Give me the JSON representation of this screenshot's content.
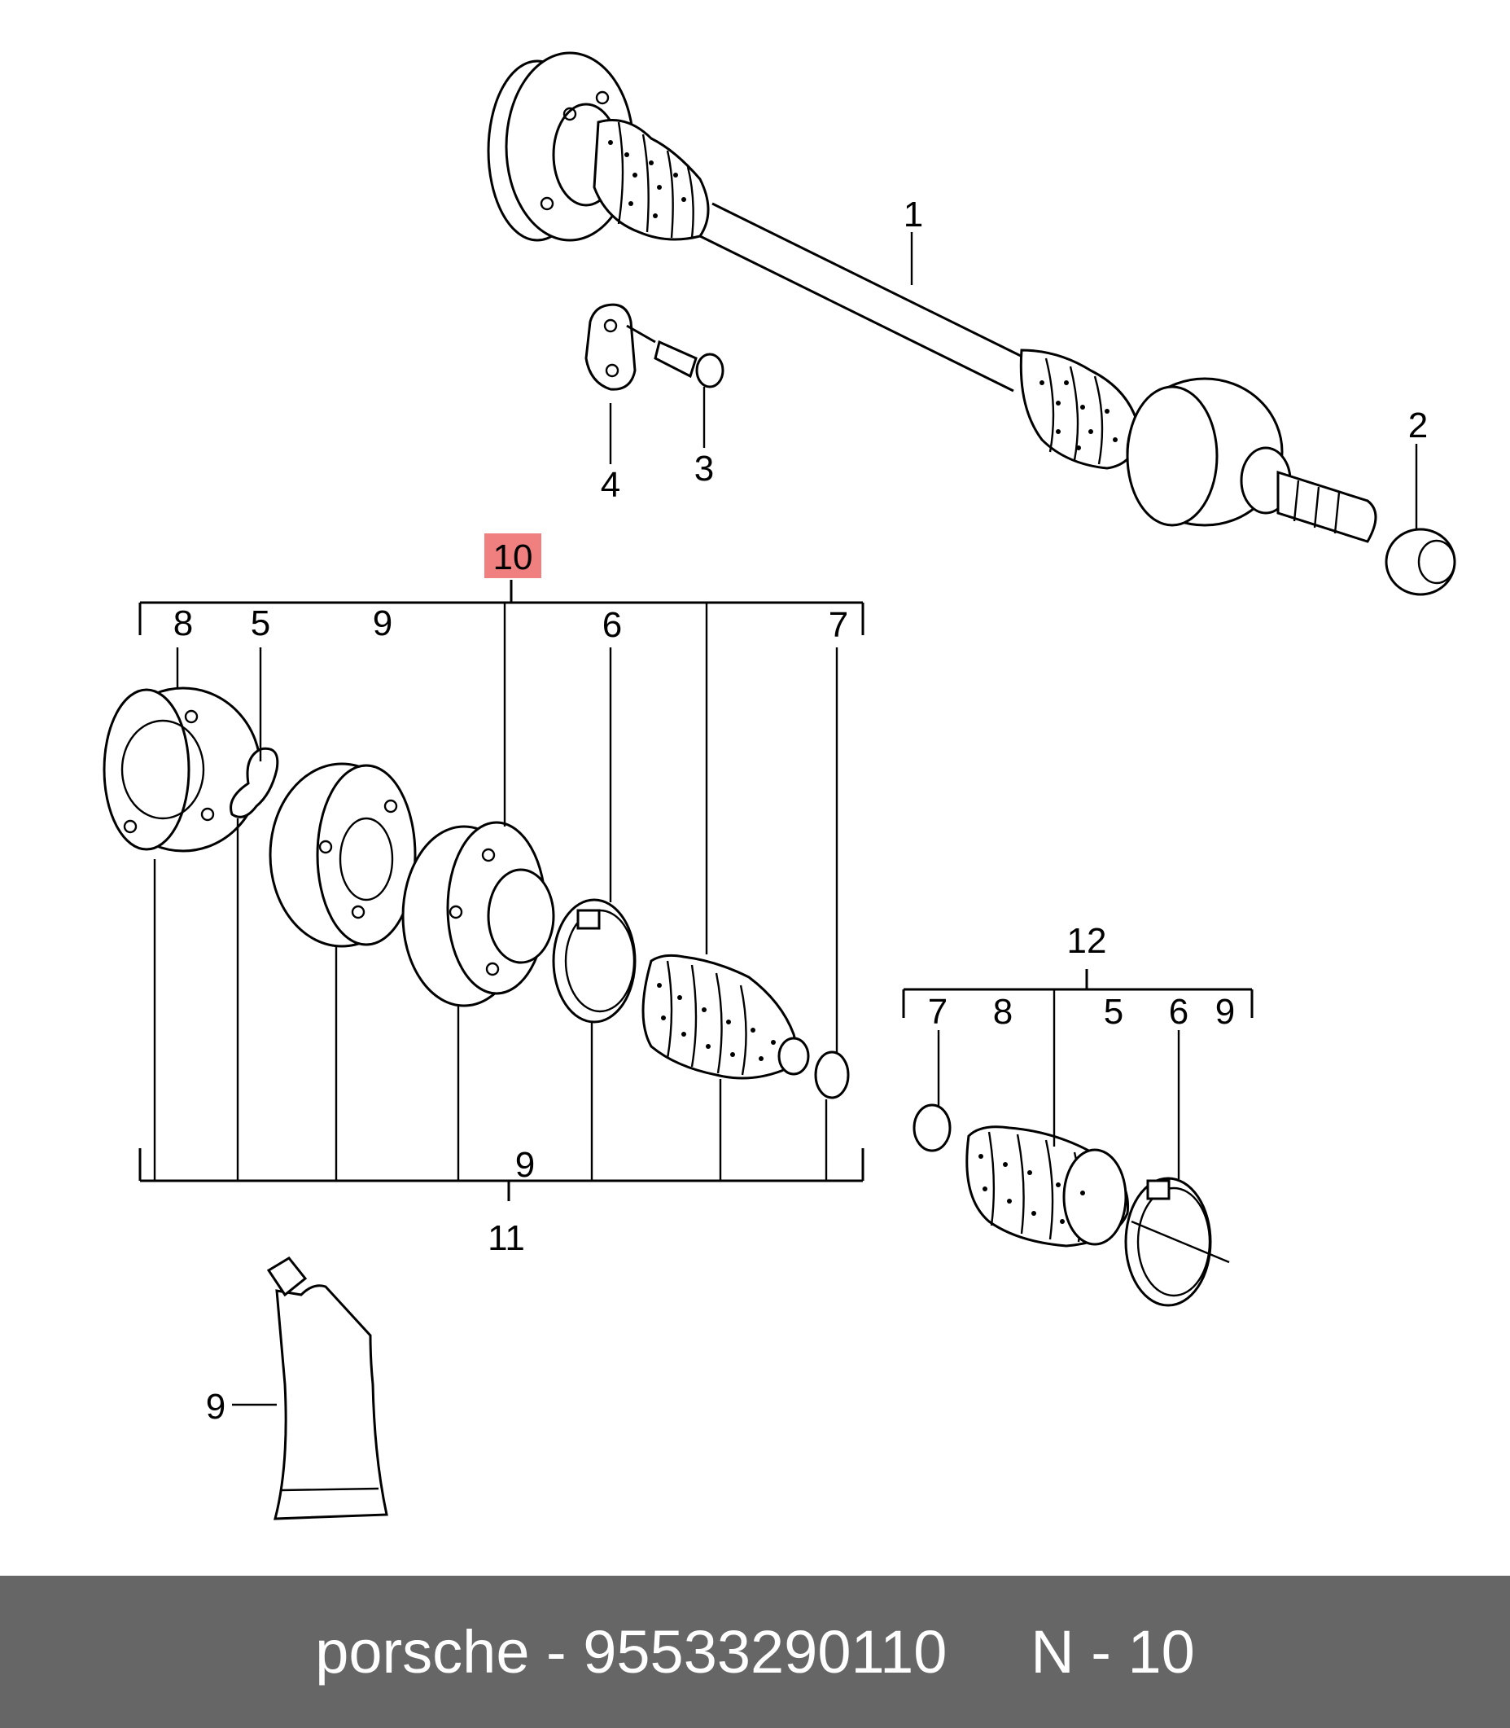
{
  "diagram": {
    "highlight_color": "#f08080",
    "callouts": {
      "c1": "1",
      "c2": "2",
      "c3": "3",
      "c4": "4",
      "c10": "10",
      "top_8": "8",
      "top_5": "5",
      "top_9": "9",
      "top_6": "6",
      "top_7": "7",
      "bottom_9": "9",
      "c11": "11",
      "c12": "12",
      "kit_7": "7",
      "kit_8": "8",
      "kit_5": "5",
      "kit_6": "6",
      "kit_9": "9",
      "grease_9": "9"
    }
  },
  "footer": {
    "text": "porsche - 95533290110     N - 10",
    "background": "#666666"
  }
}
